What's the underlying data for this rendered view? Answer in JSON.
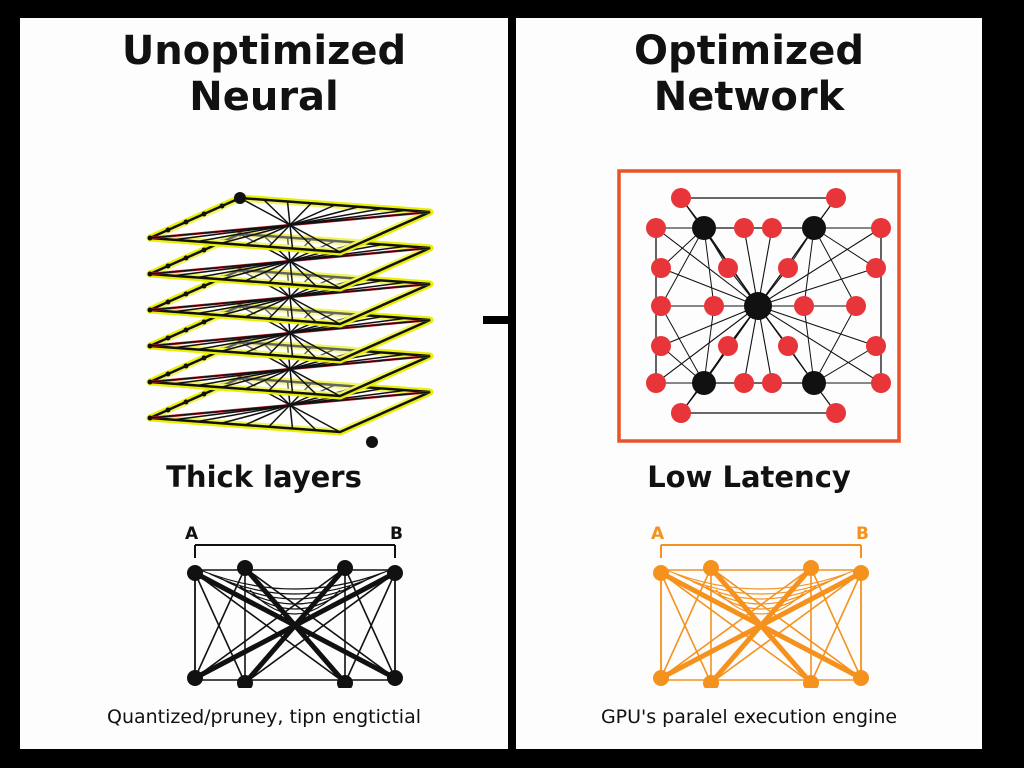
{
  "left": {
    "title_line1": "Unoptimized",
    "title_line2": "Neural",
    "subtitle": "Thick layers",
    "label_a": "A",
    "label_b": "B",
    "caption": "Quantized/pruney, tipn engtictial"
  },
  "right": {
    "title_line1": "Optimized",
    "title_line2": "Network",
    "subtitle": "Low Latency",
    "label_a": "A",
    "label_b": "B",
    "caption": "GPU's paralel execution engine"
  },
  "colors": {
    "black_net": "#111111",
    "layer_highlight": "#e8f000",
    "layer_edge_red": "#d42030",
    "optimized_border": "#e8532a",
    "optimized_node": "#e8353a",
    "orange_net": "#f5921e"
  }
}
